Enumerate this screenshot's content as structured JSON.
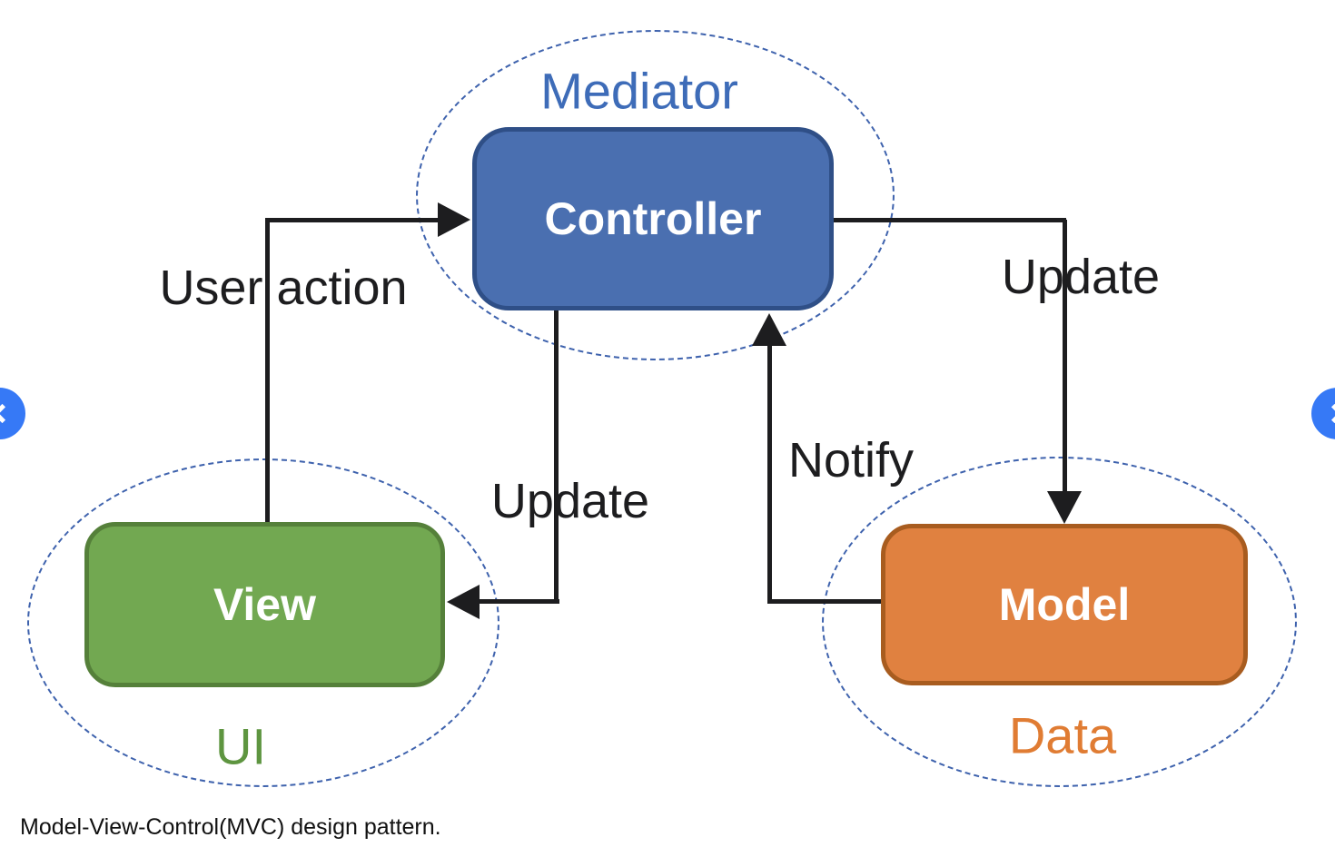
{
  "caption": "Model-View-Control(MVC) design pattern.",
  "nodes": {
    "controller": {
      "label": "Controller"
    },
    "view": {
      "label": "View"
    },
    "model": {
      "label": "Model"
    }
  },
  "groups": {
    "mediator": {
      "label": "Mediator",
      "contains": "Controller"
    },
    "ui": {
      "label": "UI",
      "contains": "View"
    },
    "data": {
      "label": "Data",
      "contains": "Model"
    }
  },
  "edges": {
    "user_action": {
      "label": "User action",
      "from": "View",
      "to": "Controller"
    },
    "update_view": {
      "label": "Update",
      "from": "Controller",
      "to": "View"
    },
    "notify": {
      "label": "Notify",
      "from": "Model",
      "to": "Controller"
    },
    "update_model": {
      "label": "Update",
      "from": "Controller",
      "to": "Model"
    }
  },
  "colors": {
    "controller-fill": "#4a6fb0",
    "controller-border": "#2f4f87",
    "view-fill": "#72a851",
    "view-border": "#55803a",
    "model-fill": "#e08140",
    "model-border": "#a85c1f",
    "mediator-text": "#3e6cb8",
    "ui-text": "#5e9540",
    "data-text": "#e07c33",
    "ellipse-dash": "#3e62ad",
    "arrow": "#1d1d1f",
    "nav-circle": "#3679f6"
  }
}
